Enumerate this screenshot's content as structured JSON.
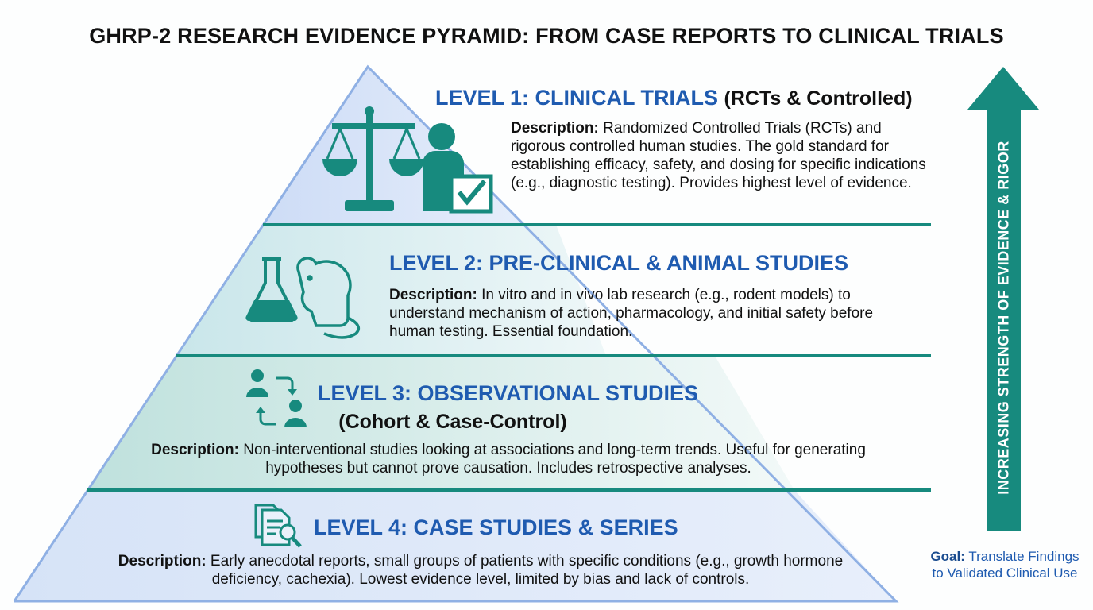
{
  "title": "GHRP-2 RESEARCH EVIDENCE PYRAMID: FROM CASE REPORTS TO CLINICAL TRIALS",
  "levels": [
    {
      "heading": "LEVEL 1: CLINICAL TRIALS",
      "subheading": "(RCTs & Controlled)",
      "desc_label": "Description:",
      "description": "Randomized Controlled Trials (RCTs) and rigorous controlled human studies. The gold standard for establishing efficacy, safety, and dosing for specific indications (e.g., diagnostic testing). Provides highest level of evidence.",
      "icon": "scales-person-check-icon"
    },
    {
      "heading": "LEVEL 2: PRE-CLINICAL & ANIMAL STUDIES",
      "desc_label": "Description:",
      "description": "In vitro and in vivo lab research (e.g., rodent models) to understand mechanism of action, pharmacology, and initial safety before human testing. Essential foundation.",
      "icon": "flask-mouse-icon"
    },
    {
      "heading": "LEVEL 3: OBSERVATIONAL STUDIES",
      "subheading": "(Cohort & Case-Control)",
      "desc_label": "Description:",
      "description": "Non-interventional studies looking at associations and long-term trends. Useful for generating hypotheses but cannot prove causation. Includes retrospective analyses.",
      "icon": "people-exchange-icon"
    },
    {
      "heading": "LEVEL 4: CASE STUDIES & SERIES",
      "desc_label": "Description:",
      "description": "Early anecdotal reports, small groups of patients with specific conditions (e.g., growth hormone deficiency, cachexia). Lowest evidence level, limited by bias and lack of controls.",
      "icon": "document-search-icon"
    }
  ],
  "arrow": {
    "label": "INCREASING STRENGTH OF EVIDENCE & RIGOR"
  },
  "goal": {
    "label": "Goal:",
    "text": "Translate Findings to Validated Clinical Use"
  },
  "colors": {
    "teal": "#178a7e",
    "blue": "#1f5bb0",
    "band_blue": "#dbe6f8",
    "band_teal": "#cfe9ea"
  }
}
